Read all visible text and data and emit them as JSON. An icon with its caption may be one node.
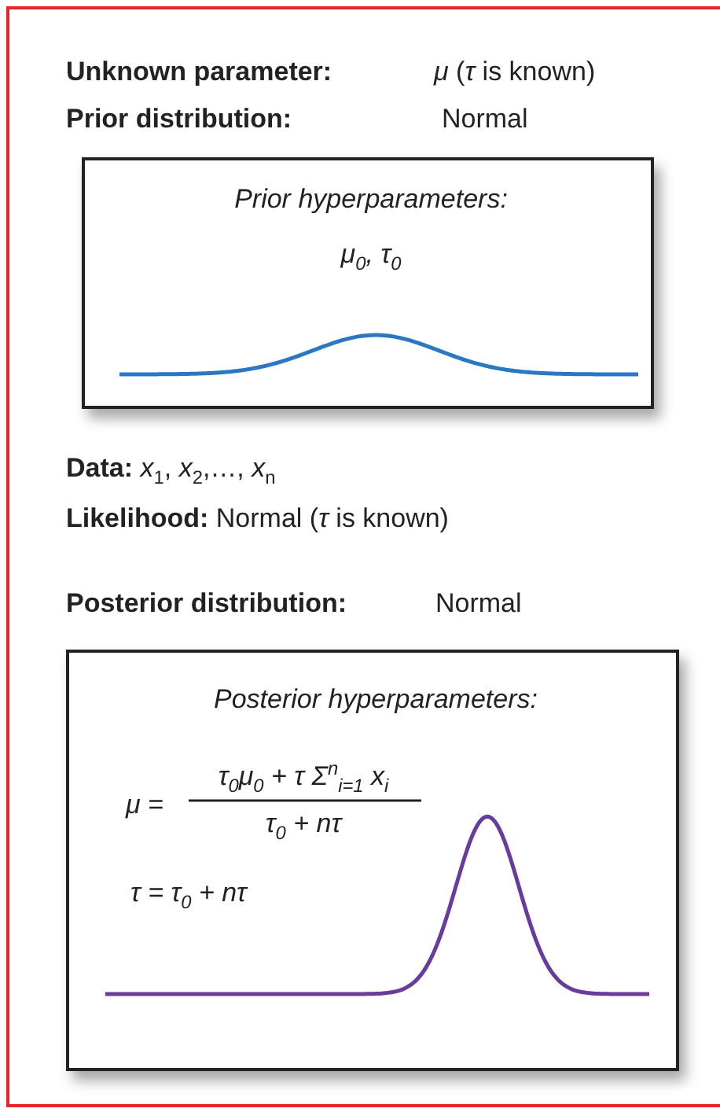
{
  "diagram": {
    "nodes": [
      {
        "text": [
          "Prior hyperparameters:",
          "μ$_{0}$, τ$_{0}$"
        ]
      },
      {
        "text": [
          "Posterior hyperparameters:",
          "μ =",
          "τ$_{0}$μ$_{0}$ + τ Σ$^{n}$$_{i=1}$ x$_{i}$",
          "τ$_{0}$ + nτ",
          "τ = τ$_{0}$ + nτ"
        ]
      }
    ],
    "labels": [
      "Unknown parameter:",
      "*μ* (*τ* is known)",
      "Prior distribution:",
      "Normal",
      "**Data:** *x*$_{1}$, *x*$_{2}$,…, *x*$_{n}$",
      "**Likelihood:** Normal (*τ* is known)",
      "Posterior distribution:",
      "Normal"
    ]
  }
}
